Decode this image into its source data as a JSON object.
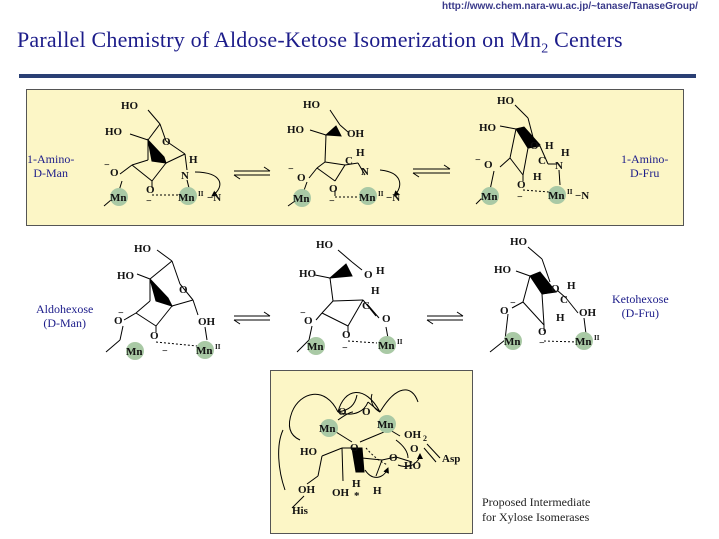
{
  "header": {
    "url": "http://www.chem.nara-wu.ac.jp/~tanase/TanaseGroup/",
    "title_main": "Parallel Chemistry of Aldose-Ketose Isomerization on Mn",
    "title_sub": "2",
    "title_end": " Centers"
  },
  "labels": {
    "amino_man_1": "1-Amino-",
    "amino_man_2": "D-Man",
    "amino_fru_1": "1-Amino-",
    "amino_fru_2": "D-Fru",
    "aldo_1": "Aldohexose",
    "aldo_2": "(D-Man)",
    "keto_1": "Ketohexose",
    "keto_2": "(D-Fru)"
  },
  "atoms": {
    "ho": "HO",
    "oh": "OH",
    "o": "O",
    "h": "H",
    "n": "N",
    "c": "C",
    "mn": "Mn",
    "mn2": "Mn",
    "roman2": "II",
    "minus": "−",
    "dashN": "−N",
    "oh2": "OH",
    "two": "2",
    "asp": "Asp",
    "his": "His",
    "star": "*"
  },
  "note": {
    "line1": "Proposed Intermediate",
    "line2": "for Xylose Isomerases"
  },
  "colors": {
    "title": "#1c1c8a",
    "rule": "#2a3f74",
    "panel": "#fcf6c6",
    "mn_circle": "#a9c9a5"
  }
}
